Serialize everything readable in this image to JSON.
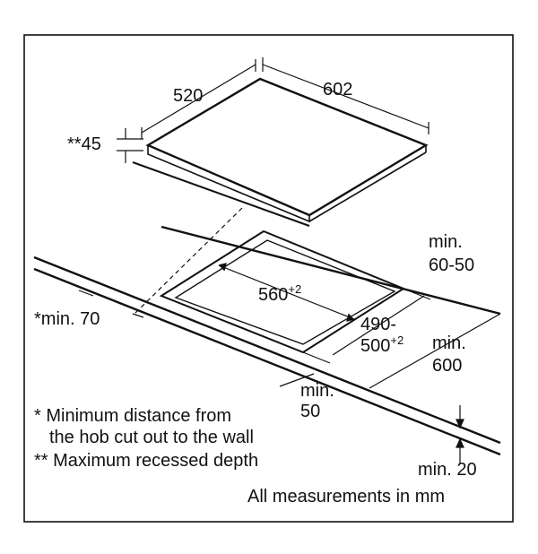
{
  "dimensions": {
    "hob_depth": "520",
    "hob_width": "602",
    "recess_depth": "**45",
    "cutout_width": "560",
    "cutout_width_tol": "+2",
    "cutout_depth_line1": "490-",
    "cutout_depth_line2": "500",
    "cutout_depth_tol": "+2",
    "rear_min_line1": "min.",
    "rear_min_line2": "60-50",
    "wall_min": "*min. 70",
    "front_min_line1": "min.",
    "front_min_line2": "600",
    "side_min_line1": "min.",
    "side_min_line2": "50",
    "worktop_min": "min. 20"
  },
  "notes": {
    "note1_line1": "* Minimum distance from",
    "note1_line2": "the hob cut out to the wall",
    "note2": "** Maximum recessed depth",
    "units": "All measurements in mm"
  }
}
